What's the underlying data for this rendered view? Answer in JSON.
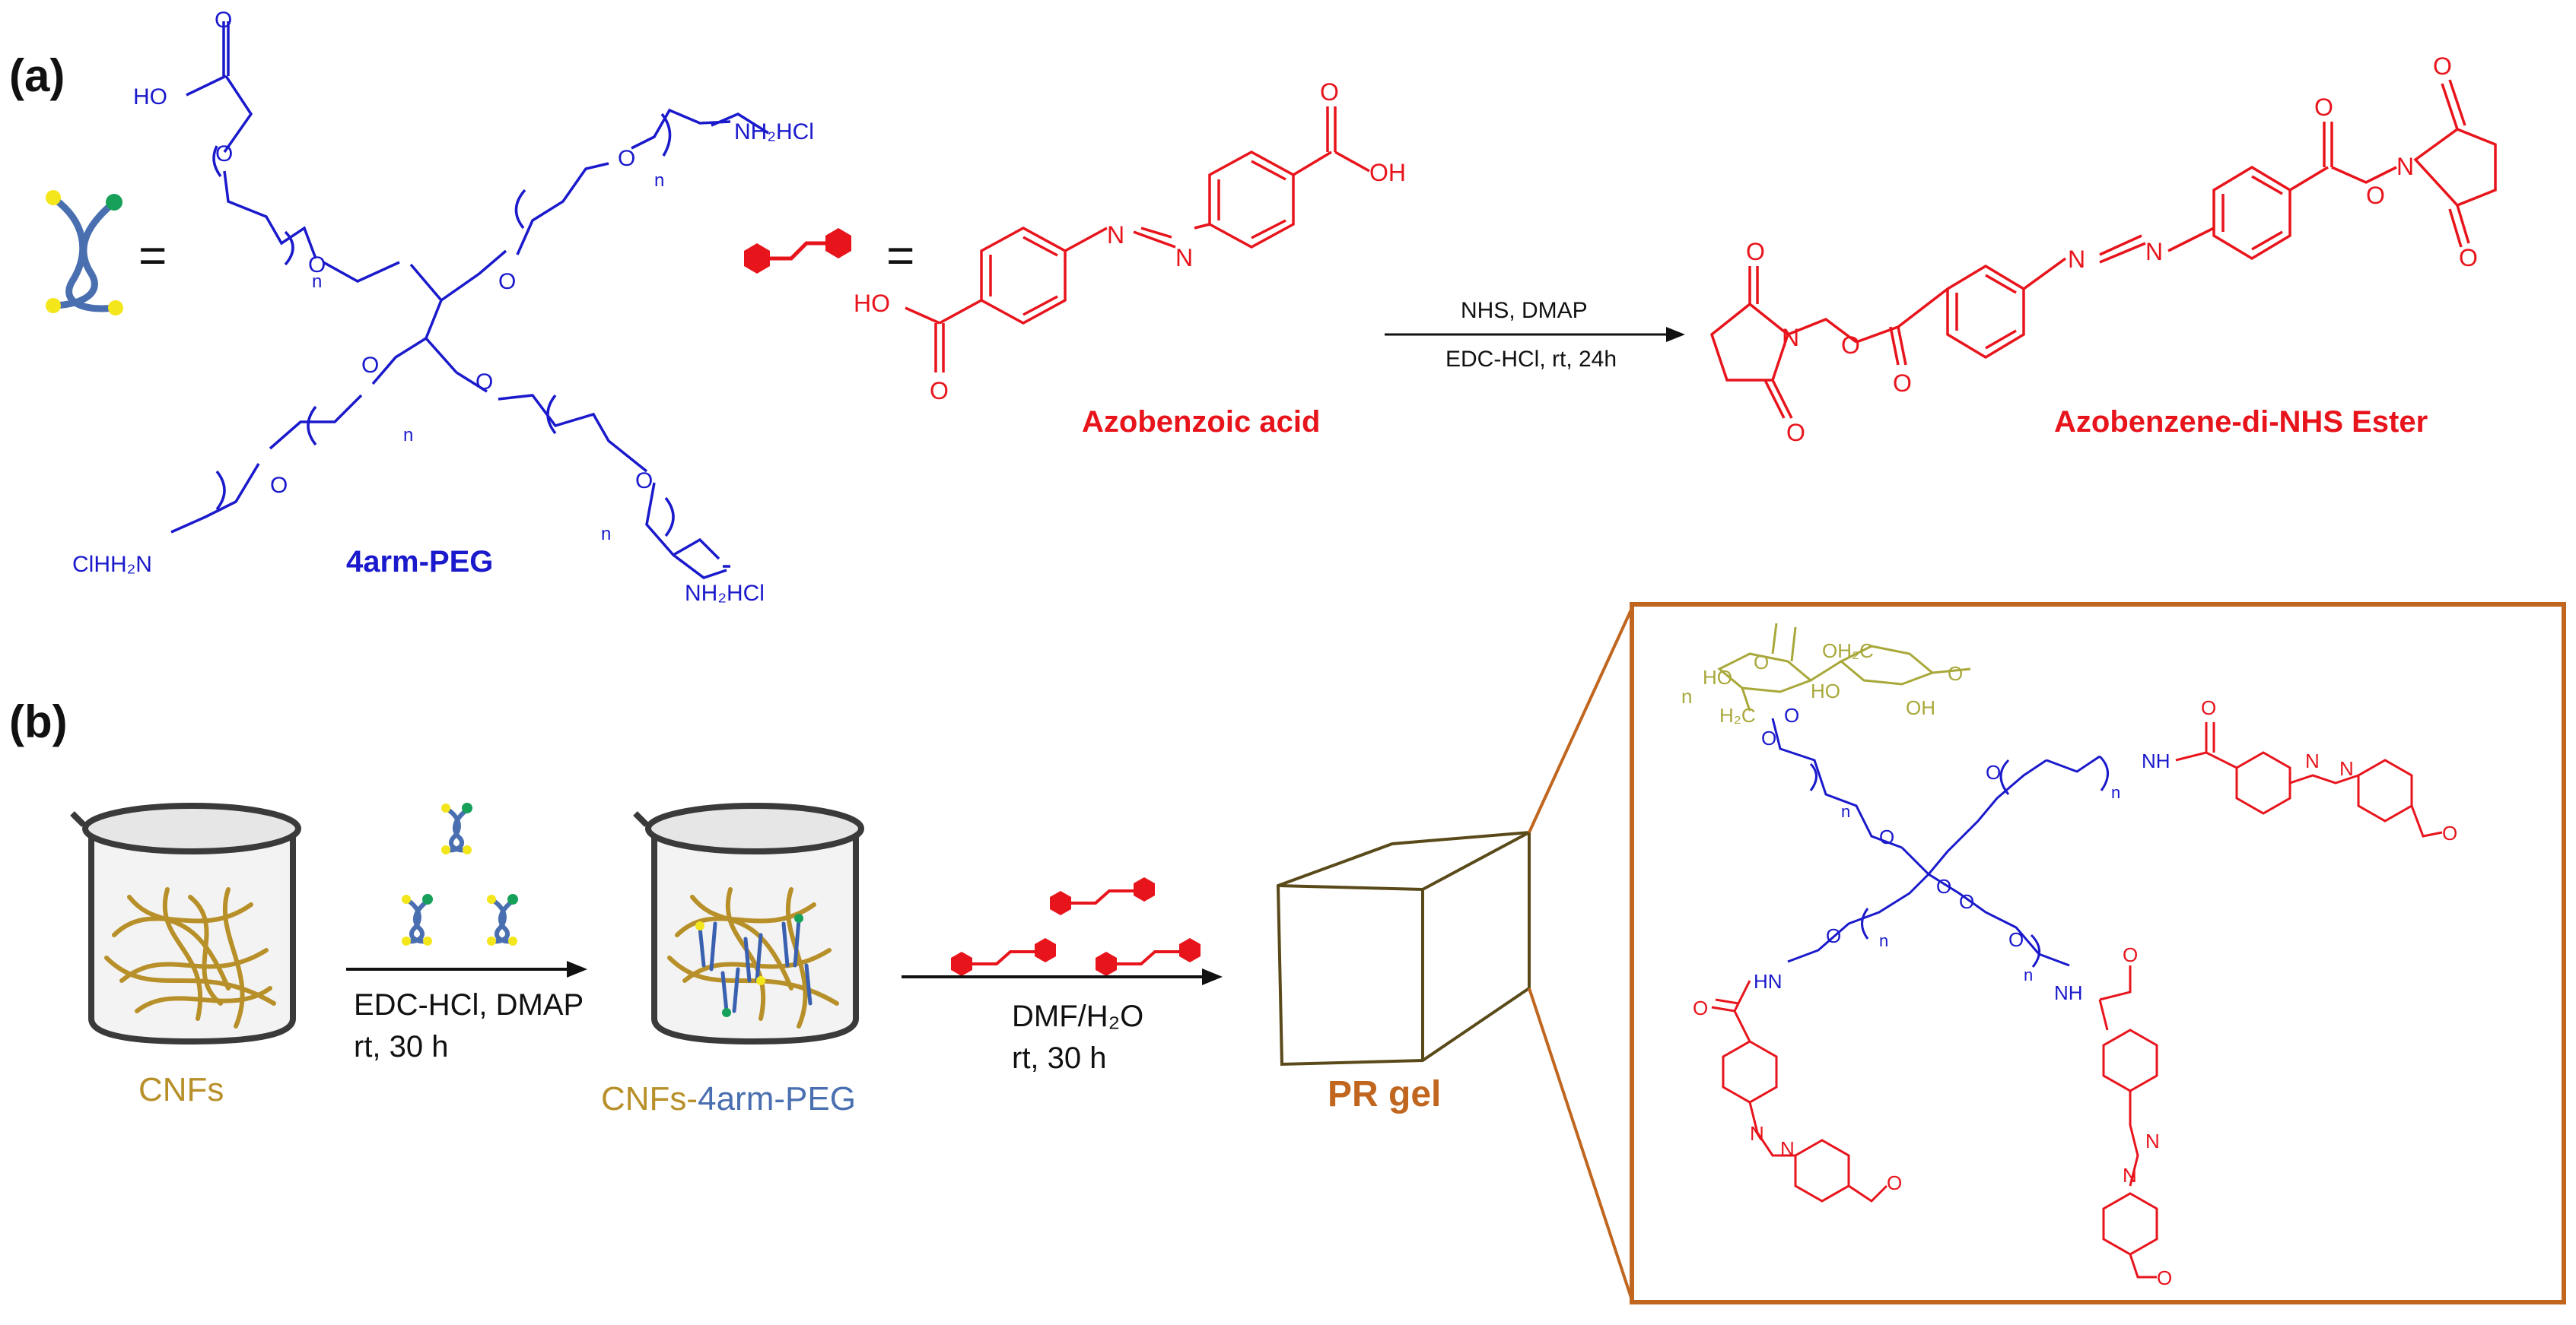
{
  "panels": {
    "a": {
      "label": "(a)"
    },
    "b": {
      "label": "(b)"
    }
  },
  "colors": {
    "peg": "#1a1acc",
    "azo": "#e8141c",
    "cnf": "#b8902a",
    "cnf_struct": "#a9a83a",
    "gel": "#c0661f",
    "beaker": "#3a3a3a",
    "arrow": "#111111",
    "endpoint_yellow": "#f3e61a",
    "endpoint_green": "#17a05a",
    "peg_glyph": "#4a6fb0"
  },
  "scheme_a": {
    "equals": "=",
    "peg": {
      "oh_group": "HO",
      "amine_1": "NH₂HCl",
      "amine_2": "NH₂HCl",
      "amine_3": "ClHH₂N",
      "ether_o": "O",
      "carbonyl_o": "O",
      "repeat_n": "n",
      "caption": "4arm-PEG"
    },
    "azobenzoic": {
      "oh_top": "OH",
      "oh_bottom": "HO",
      "carbonyl_o": "O",
      "azo_n": "N",
      "caption": "Azobenzoic acid"
    },
    "reaction": {
      "reagents_top": "NHS, DMAP",
      "reagents_bottom": "EDC-HCl, rt, 24h"
    },
    "nhs_ester": {
      "carbonyl_o": "O",
      "ester_o": "O",
      "imide_n": "N",
      "azo_n": "N",
      "caption": "Azobenzene-di-NHS Ester"
    }
  },
  "scheme_b": {
    "beaker1_label": "CNFs",
    "step1_top": "EDC-HCl, DMAP",
    "step1_bottom": "rt, 30 h",
    "beaker2_label_part1": "CNFs-",
    "beaker2_label_part2": "4arm-PEG",
    "step2_top": "DMF/H₂O",
    "step2_bottom": "rt, 30 h",
    "gel_label": "PR gel"
  },
  "gel_structure": {
    "cellulose_ho": "HO",
    "cellulose_oh": "OH",
    "cellulose_ch2": "OH₂C",
    "cellulose_h2c": "H₂C",
    "cellulose_o": "O",
    "cellulose_n": "n",
    "amide_nh": "NH",
    "amide_hn": "HN",
    "amide_nh2": "NH",
    "amide_o": "O",
    "azo_n": "N",
    "ether_o": "O",
    "repeat_n": "n"
  }
}
